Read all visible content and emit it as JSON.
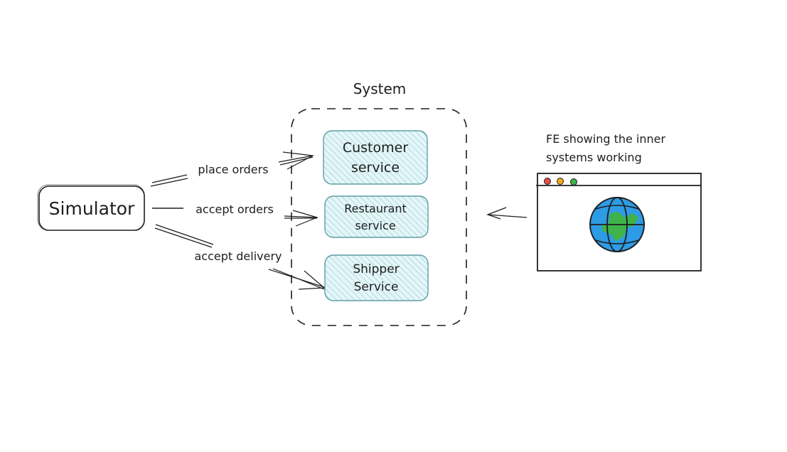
{
  "diagram": {
    "simulator": {
      "label": "Simulator"
    },
    "system": {
      "title": "System",
      "services": [
        {
          "line1": "Customer",
          "line2": "service"
        },
        {
          "line1": "Restaurant",
          "line2": "service"
        },
        {
          "line1": "Shipper",
          "line2": "Service"
        }
      ]
    },
    "edges": [
      {
        "from": "Simulator",
        "to": "Customer service",
        "label": "place orders"
      },
      {
        "from": "Simulator",
        "to": "Restaurant service",
        "label": "accept orders"
      },
      {
        "from": "Simulator",
        "to": "Shipper Service",
        "label": "accept delivery"
      },
      {
        "from": "FE",
        "to": "System",
        "label": ""
      }
    ],
    "frontend": {
      "caption_line1": "FE showing the inner",
      "caption_line2": "systems working",
      "window_dots": [
        "red-dot",
        "yellow-dot",
        "green-dot"
      ],
      "icon": "globe-icon"
    },
    "colors": {
      "stroke": "#1e1e1e",
      "service_fill": "#d3eef2",
      "service_stroke": "#5e9ea6",
      "hatch": "#8fcfd6",
      "globe_blue": "#2e9be6",
      "globe_green": "#3fb34a",
      "dot_red": "#e24c4c",
      "dot_yellow": "#f2a818",
      "dot_green": "#3bb34a"
    }
  }
}
